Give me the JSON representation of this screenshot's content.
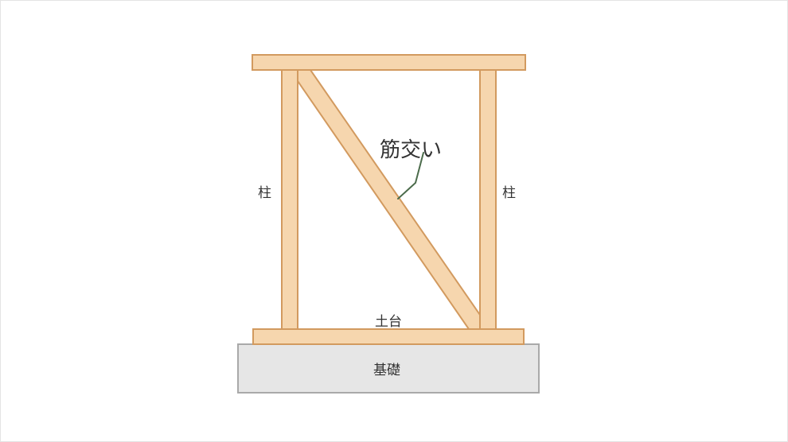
{
  "labels": {
    "brace": "筋交い",
    "post_left": "柱",
    "post_right": "柱",
    "sill": "土台",
    "foundation": "基礎"
  },
  "colors": {
    "wood_fill": "#f6d6ae",
    "wood_stroke": "#d29a5f",
    "concrete_fill": "#e6e6e6",
    "concrete_stroke": "#a9a9a9",
    "label_text": "#333333",
    "leader_line": "#4b6b4b"
  }
}
